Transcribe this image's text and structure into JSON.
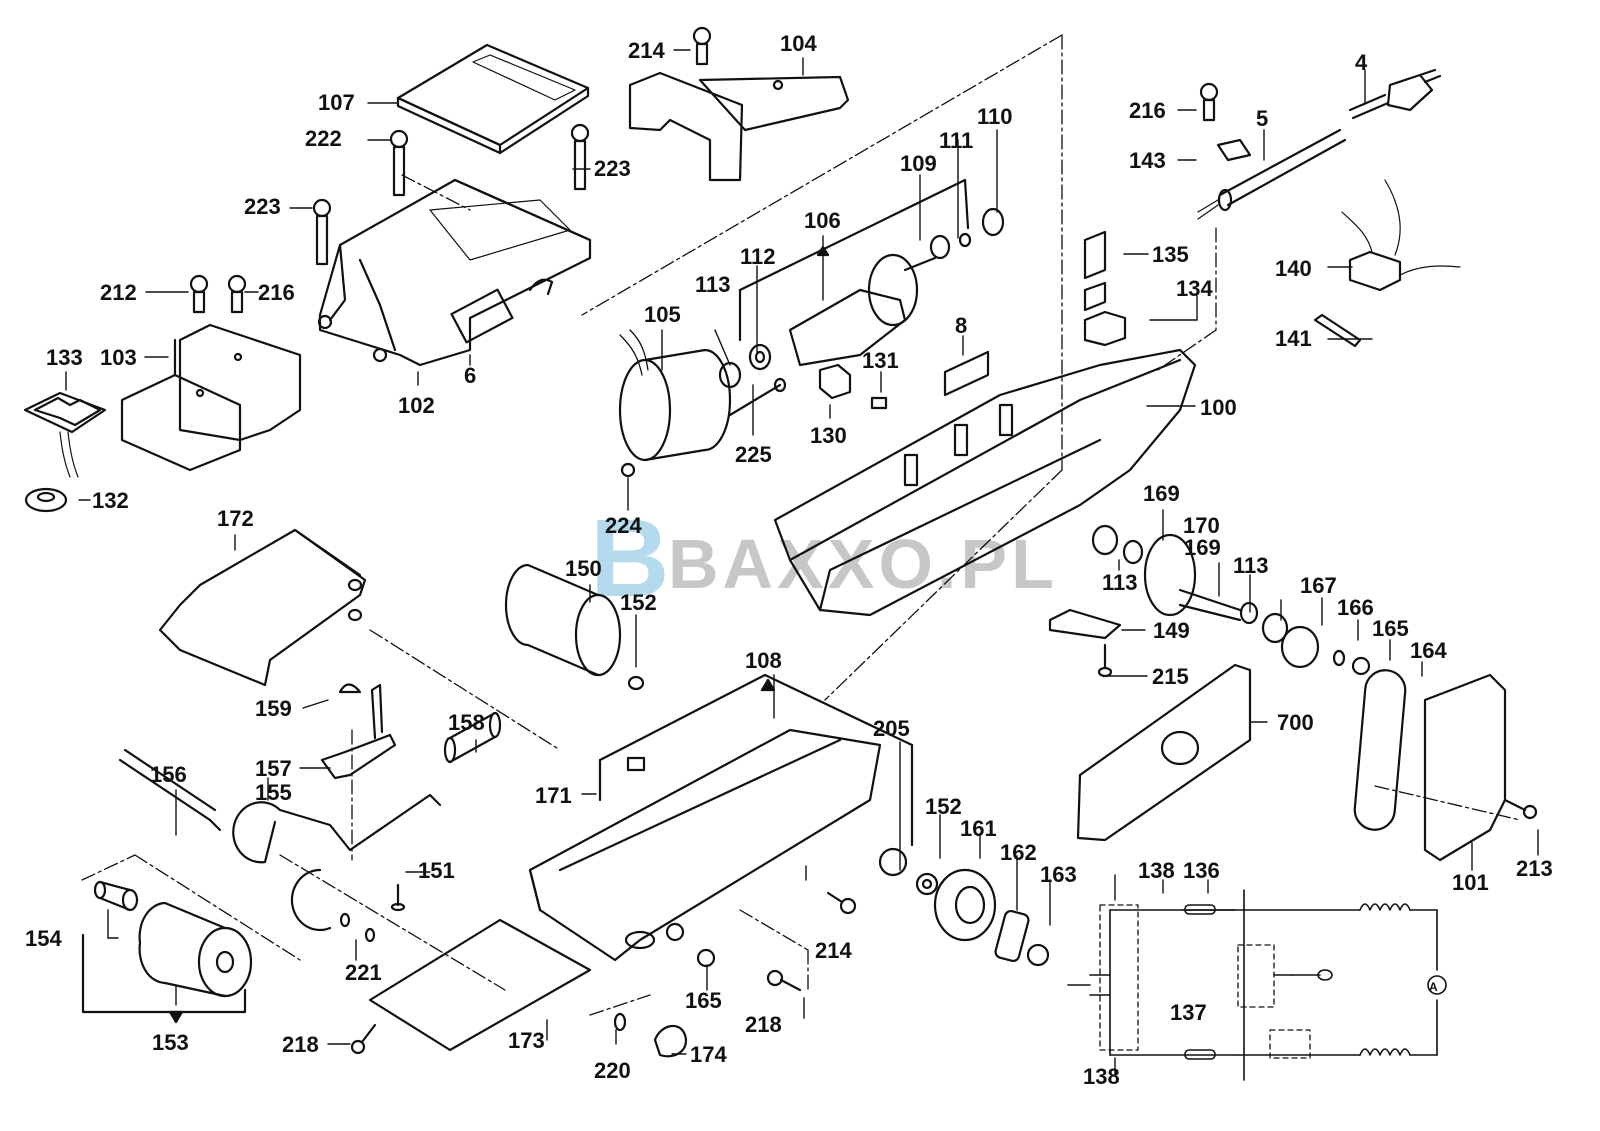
{
  "diagram": {
    "type": "exploded-parts-diagram",
    "subject": "belt sander",
    "watermark": {
      "text_logo": "B",
      "text": "BAXXO.PL",
      "logo_color": "#a8d4ea",
      "text_color": "#b5b5b5"
    },
    "labels": {
      "p4": "4",
      "p5": "5",
      "p6": "6",
      "p8": "8",
      "p100": "100",
      "p101": "101",
      "p102": "102",
      "p103": "103",
      "p104": "104",
      "p105": "105",
      "p106": "106",
      "p107": "107",
      "p108": "108",
      "p109": "109",
      "p110": "110",
      "p111": "111",
      "p112": "112",
      "p113a": "113",
      "p113b": "113",
      "p113c": "113",
      "p130": "130",
      "p131": "131",
      "p132": "132",
      "p133": "133",
      "p134": "134",
      "p135": "135",
      "p136": "136",
      "p137": "137",
      "p138a": "138",
      "p138b": "138",
      "p140": "140",
      "p141": "141",
      "p143": "143",
      "p149": "149",
      "p150": "150",
      "p151": "151",
      "p152a": "152",
      "p152b": "152",
      "p153": "153",
      "p154": "154",
      "p155": "155",
      "p156": "156",
      "p157": "157",
      "p158": "158",
      "p159": "159",
      "p161": "161",
      "p162": "162",
      "p163": "163",
      "p164": "164",
      "p165a": "165",
      "p165b": "165",
      "p166": "166",
      "p167": "167",
      "p169a": "169",
      "p169b": "169",
      "p170": "170",
      "p171": "171",
      "p172": "172",
      "p173": "173",
      "p174": "174",
      "p205": "205",
      "p212": "212",
      "p213": "213",
      "p214a": "214",
      "p214b": "214",
      "p215": "215",
      "p216a": "216",
      "p216b": "216",
      "p218a": "218",
      "p218b": "218",
      "p220": "220",
      "p221": "221",
      "p222": "222",
      "p223a": "223",
      "p223b": "223",
      "p224": "224",
      "p225": "225",
      "p700": "700"
    },
    "schematic": {
      "motor_symbol": "A"
    }
  }
}
